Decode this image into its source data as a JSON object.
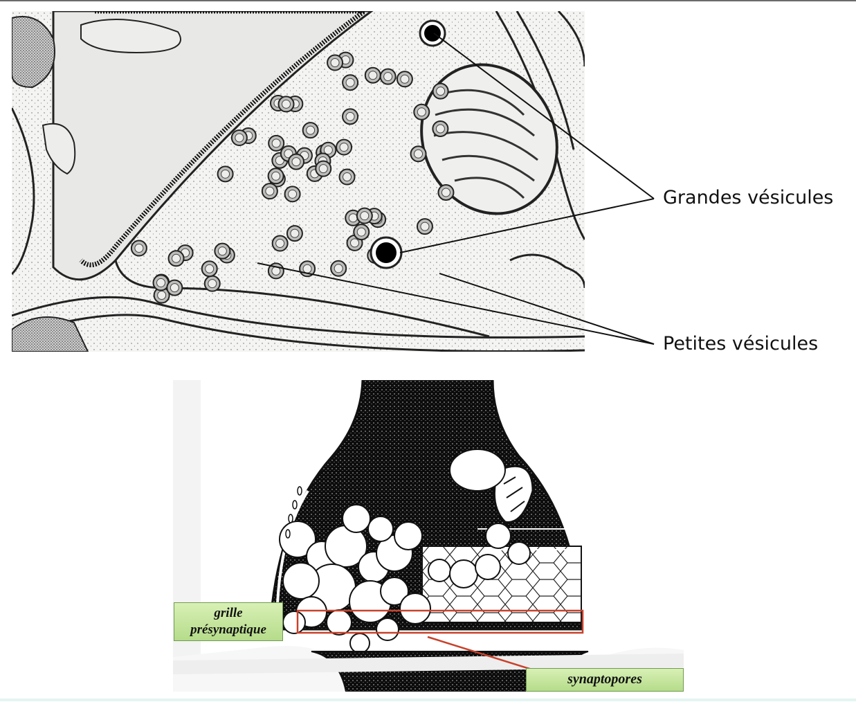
{
  "labels": {
    "large_vesicles": "Grandes vésicules",
    "small_vesicles": "Petites vésicules",
    "grid_line1": "grille",
    "grid_line2": "présynaptique",
    "synaptopores": "synaptopores"
  },
  "colors": {
    "label_box_green": "#c6e6a0",
    "highlight_box_red": "#c8412b",
    "ink": "#111111"
  }
}
